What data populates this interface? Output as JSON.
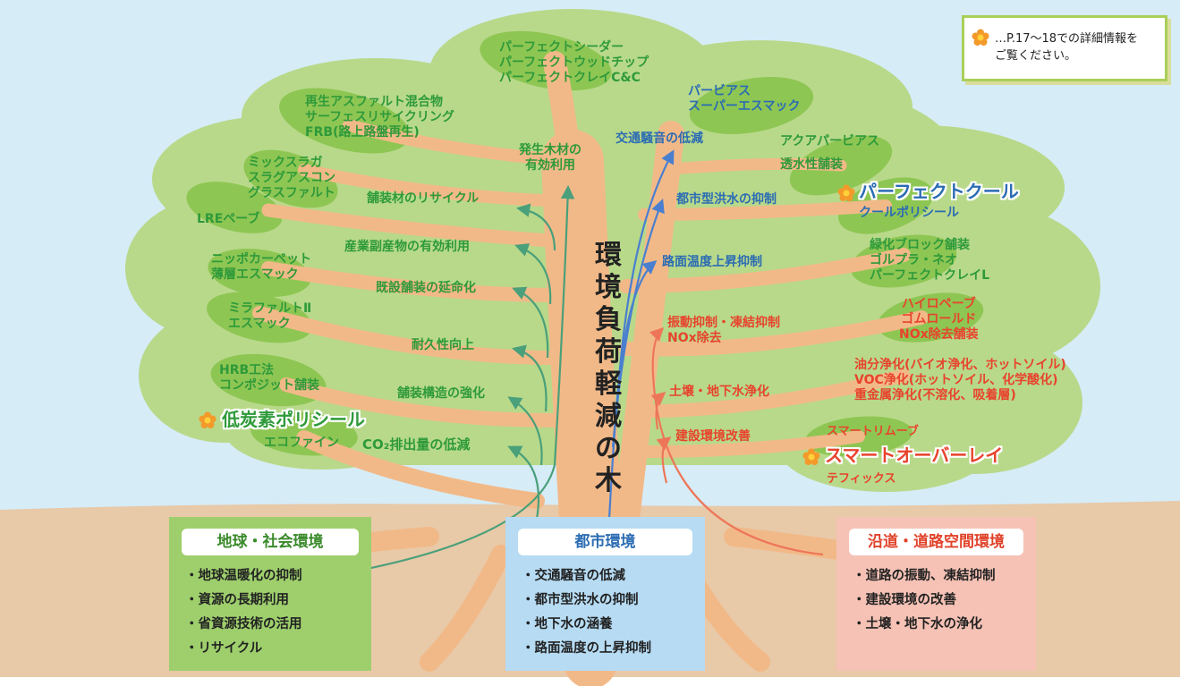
{
  "title": "環境負荷軽減の木",
  "note": {
    "text": "…P.17〜18での詳細情報を\nご覧ください。"
  },
  "left_branches": [
    {
      "label": "発生木材の\n有効利用"
    },
    {
      "label": "舗装材のリサイクル"
    },
    {
      "label": "産業副産物の有効利用"
    },
    {
      "label": "既設舗装の延命化"
    },
    {
      "label": "耐久性向上"
    },
    {
      "label": "舗装構造の強化"
    },
    {
      "label": "CO₂排出量の低減"
    }
  ],
  "blue_branches": [
    {
      "label": "交通騒音の低減"
    },
    {
      "label": "都市型洪水の抑制"
    },
    {
      "label": "路面温度上昇抑制"
    }
  ],
  "red_branches": [
    {
      "label": "振動抑制・凍結抑制\nNOx除去"
    },
    {
      "label": "土壌・地下水浄化"
    },
    {
      "label": "建設環境改善"
    }
  ],
  "products": {
    "top": "パーフェクトシーダー\nパーフェクトウッドチップ\nパーフェクトクレイC&C",
    "recycle": "再生アスファルト混合物\nサーフェスリサイクリング\nFRB(路上路盤再生)",
    "slag": "ミックスラガ\nスラグアスコン\nグラスファルト",
    "lre": "LREペーブ",
    "nippo": "ニッポカーペット\n薄層エスマック",
    "mira": "ミラファルトⅡ\nエスマック",
    "hrb": "HRB工法\nコンポジット舗装",
    "low_carbon": "低炭素ポリシール",
    "ecofine": "エコファイン",
    "porous": "パービアス\nスーパーエスマック",
    "aqua": "アクアパービアス",
    "permeable": "透水性舗装",
    "perfect_cool": "パーフェクトクール",
    "cool_poly": "クールポリシール",
    "green_block": "緑化ブロック舗装\nゴルプラ・ネオ\nパーフェクトクレイL",
    "hylo": "ハイロペーブ\nゴムロールド\nNOx除去舗装",
    "oil": "油分浄化(バイオ浄化、ホットソイル)\nVOC浄化(ホットソイル、化学酸化)\n重金属浄化(不溶化、吸着層)",
    "smart_remove": "スマートリムーブ",
    "smart_overlay": "スマートオーバーレイ",
    "tefix": "テフィックス"
  },
  "boxes": [
    {
      "title": "地球・社会環境",
      "items": [
        "・地球温暖化の抑制",
        "・資源の長期利用",
        "・省資源技術の活用",
        "・リサイクル"
      ]
    },
    {
      "title": "都市環境",
      "items": [
        "・交通騒音の低減",
        "・都市型洪水の抑制",
        "・地下水の涵養",
        "・路面温度の上昇抑制"
      ]
    },
    {
      "title": "沿道・道路空間環境",
      "items": [
        "・道路の振動、凍結抑制",
        "・建設環境の改善",
        "・土壌・地下水の浄化"
      ]
    }
  ],
  "colors": {
    "sky": "#d6ecf7",
    "ground": "#e8c9a8",
    "canopy": "#b8d98a",
    "leaf": "#8ec653",
    "trunk": "#f2b988",
    "green_text": "#2e9a3a",
    "blue_text": "#2b6cb3",
    "red_text": "#e8432d",
    "box_green": "#9ecf6c",
    "box_blue": "#b6dbf3",
    "box_red": "#f6c2b5",
    "title_green": "#3a8a2a",
    "title_blue": "#2b6cb3",
    "title_red": "#e0432a"
  }
}
